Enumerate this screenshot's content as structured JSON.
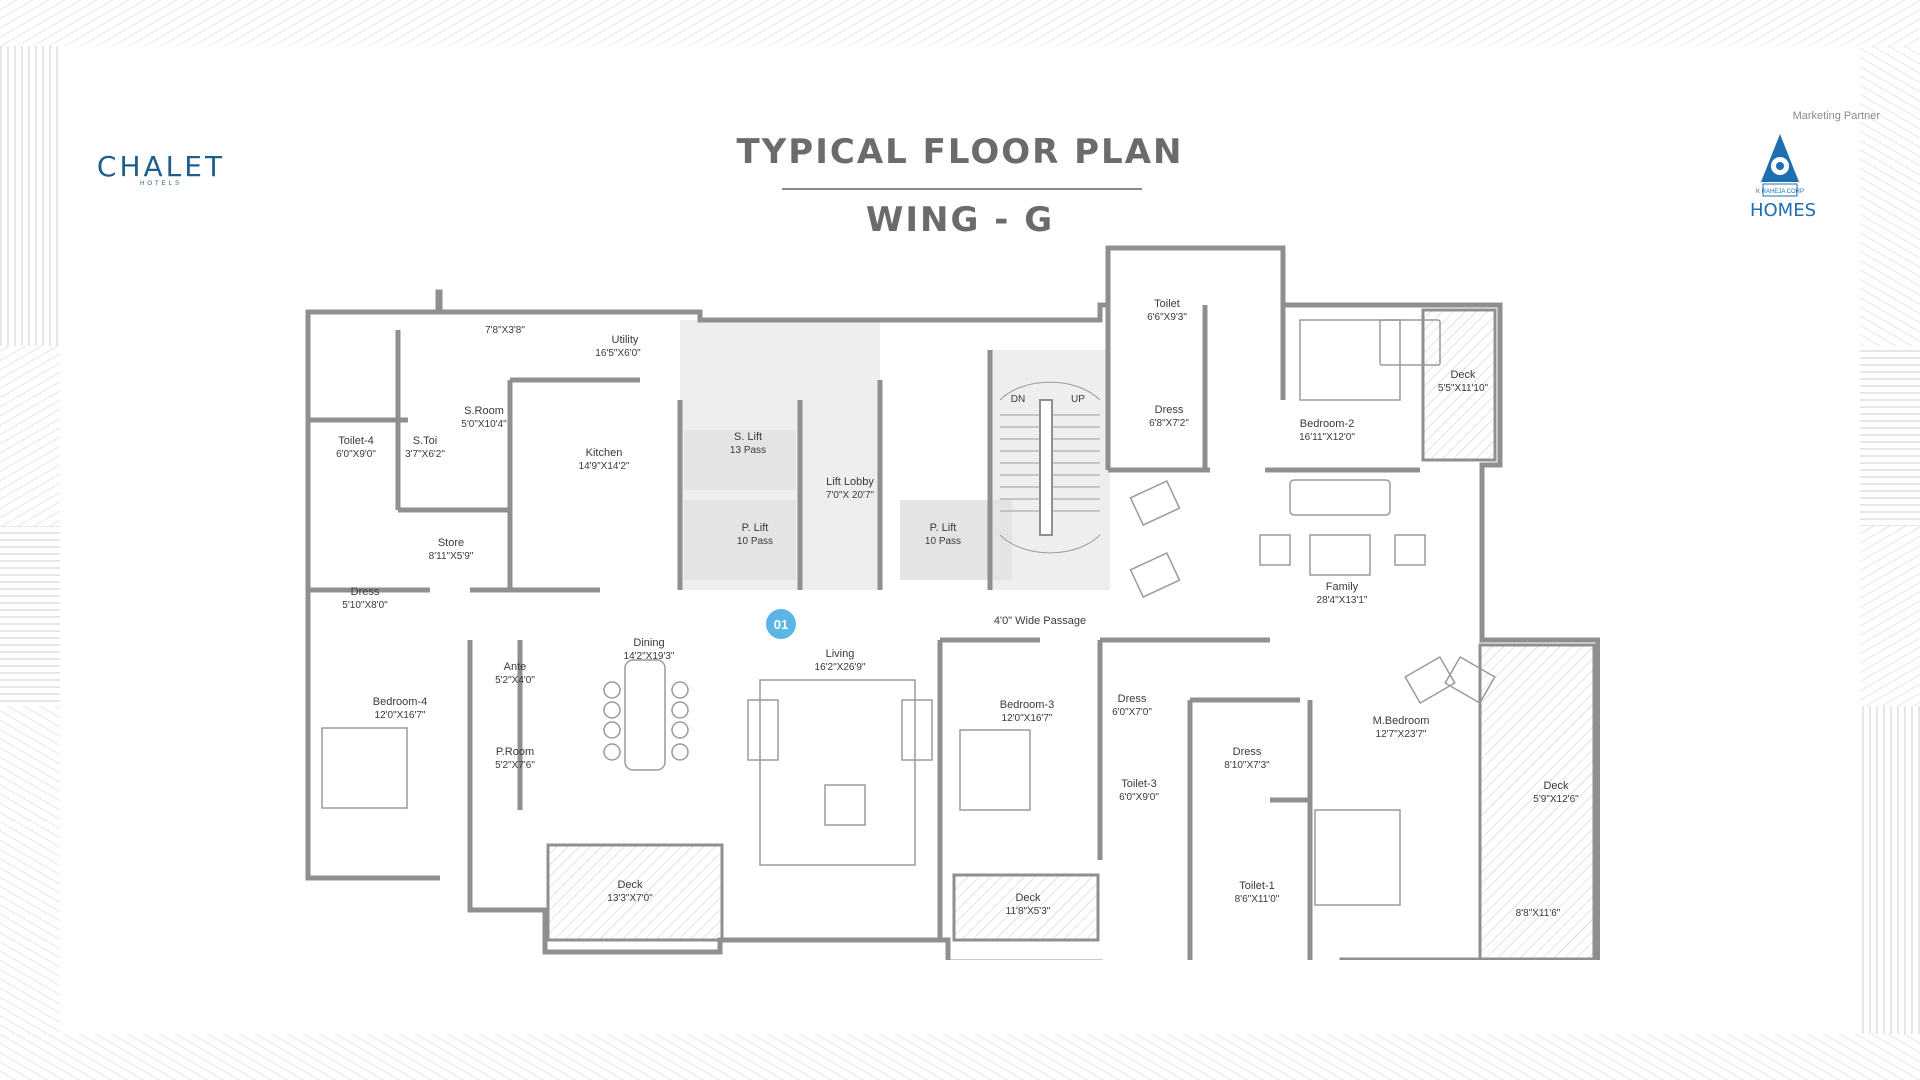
{
  "header": {
    "title": "TYPICAL FLOOR PLAN",
    "subtitle": "WING - G"
  },
  "brand": {
    "left_logo_text": "CHALET",
    "left_logo_sub": "HOTELS",
    "partner_label": "Marketing Partner",
    "partner_logo_text": "K RAHEJA CORP",
    "partner_logo_homes": "HOMES",
    "colors": {
      "chalet_blue": "#1d5f8a",
      "raheja_blue": "#1d6fb0",
      "wall_grey": "#8f8f8f",
      "unit_badge": "#5bb6e6"
    }
  },
  "plan": {
    "unit_badge": "01",
    "passage": "4'0\" Wide Passage",
    "stairs": {
      "down": "DN",
      "up": "UP"
    },
    "rooms": [
      {
        "id": "toilet",
        "name": "Toilet",
        "size": "6'6\"X9'3\""
      },
      {
        "id": "deck-bed2",
        "name": "Deck",
        "size": "5'5\"X11'10\""
      },
      {
        "id": "bedroom2",
        "name": "Bedroom-2",
        "size": "16'11\"X12'0\""
      },
      {
        "id": "dress-bed2",
        "name": "Dress",
        "size": "6'8\"X7'2\""
      },
      {
        "id": "utility-small",
        "name": "",
        "size": "7'8\"X3'8\""
      },
      {
        "id": "utility",
        "name": "Utility",
        "size": "16'5\"X6'0\""
      },
      {
        "id": "sroom",
        "name": "S.Room",
        "size": "5'0\"X10'4\""
      },
      {
        "id": "toilet4",
        "name": "Toilet-4",
        "size": "6'0\"X9'0\""
      },
      {
        "id": "stoi",
        "name": "S.Toi",
        "size": "3'7\"X6'2\""
      },
      {
        "id": "kitchen",
        "name": "Kitchen",
        "size": "14'9\"X14'2\""
      },
      {
        "id": "slift",
        "name": "S. Lift",
        "size": "13 Pass"
      },
      {
        "id": "lobby",
        "name": "Lift Lobby",
        "size": "7'0\"X 20'7\""
      },
      {
        "id": "plift1",
        "name": "P. Lift",
        "size": "10 Pass"
      },
      {
        "id": "plift2",
        "name": "P. Lift",
        "size": "10 Pass"
      },
      {
        "id": "store",
        "name": "Store",
        "size": "8'11\"X5'9\""
      },
      {
        "id": "dress4",
        "name": "Dress",
        "size": "5'10\"X8'0\""
      },
      {
        "id": "family",
        "name": "Family",
        "size": "28'4\"X13'1\""
      },
      {
        "id": "dining",
        "name": "Dining",
        "size": "14'2\"X19'3\""
      },
      {
        "id": "living",
        "name": "Living",
        "size": "16'2\"X26'9\""
      },
      {
        "id": "ante",
        "name": "Ante",
        "size": "5'2\"X4'0\""
      },
      {
        "id": "proom",
        "name": "P.Room",
        "size": "5'2\"X7'6\""
      },
      {
        "id": "bedroom4",
        "name": "Bedroom-4",
        "size": "12'0\"X16'7\""
      },
      {
        "id": "bedroom3",
        "name": "Bedroom-3",
        "size": "12'0\"X16'7\""
      },
      {
        "id": "dress3",
        "name": "Dress",
        "size": "6'0\"X7'0\""
      },
      {
        "id": "toilet3",
        "name": "Toilet-3",
        "size": "6'0\"X9'0\""
      },
      {
        "id": "mbedroom",
        "name": "M.Bedroom",
        "size": "12'7\"X23'7\""
      },
      {
        "id": "dress-m",
        "name": "Dress",
        "size": "8'10\"X7'3\""
      },
      {
        "id": "toilet1",
        "name": "Toilet-1",
        "size": "8'6\"X11'0\""
      },
      {
        "id": "deck-m",
        "name": "Deck",
        "size": "5'9\"X12'6\""
      },
      {
        "id": "deck-m-low",
        "name": "",
        "size": "8'8\"X11'6\""
      },
      {
        "id": "deck-dining",
        "name": "Deck",
        "size": "13'3\"X7'0\""
      },
      {
        "id": "deck-bed3",
        "name": "Deck",
        "size": "11'8\"X5'3\""
      }
    ]
  }
}
